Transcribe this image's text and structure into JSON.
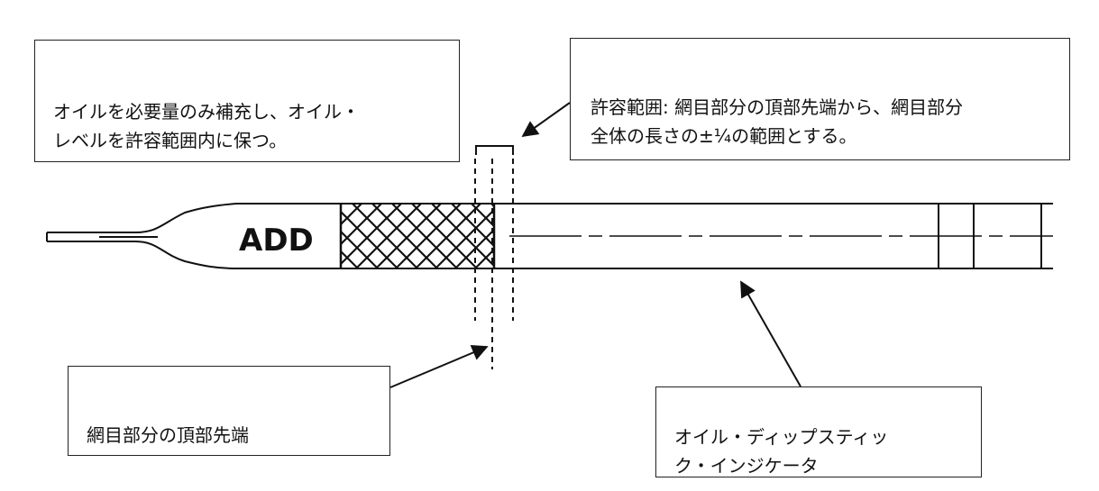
{
  "labels": {
    "oil_instruction": "オイルを必要量のみ補充し、オイル・\nレベルを許容範囲内に保つ。",
    "tolerance_range": "許容範囲: 網目部分の頂部先端から、網目部分\n全体の長さの±¼の範囲とする。",
    "mesh_top_tip": "網目部分の頂部先端",
    "dipstick_indicator": "オイル・ディップスティッ\nク・インジケータ"
  },
  "dipstick": {
    "add_mark": "ADD"
  }
}
